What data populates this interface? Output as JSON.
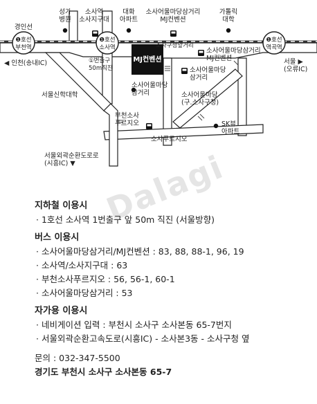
{
  "map": {
    "stations": {
      "gyeongin": {
        "line": "❶호선",
        "name": "부천역",
        "above": "경인선"
      },
      "sosa": {
        "line": "❶호선",
        "name": "소사역"
      },
      "yeokgok": {
        "line": "❶호선",
        "name": "역곡역"
      }
    },
    "landmarks": {
      "sungga": "성가\n병원",
      "sosa_jigu": "소사역\n소사지구대",
      "daehwa": "대화\n아파트",
      "mj_bus_top": "소사어울마당삼거리\nMJ컨벤션",
      "catholic": "가톨릭\n대학",
      "seoul_sinhak": "서울신학대학",
      "exit1": "①번출구\n50m직진",
      "venue": "MJ컨벤션",
      "sosa_samgeori": "소사어울마당\n삼거리",
      "mj_bus_right": "소사어울마당삼거리\nMJ컨벤션",
      "sosa_madang_right": "소사어울마당\n삼거리",
      "gu_office": "소사어울마당\n(구.소사구청)",
      "bucheon_pureu": "부천소사\n푸르지오",
      "skview": "SK뷰\n아파트",
      "sosa_pureu": "소사푸르지오",
      "sosa_gucheong_road": "소사구청앞거리",
      "incheon": "◀ 인천(송내IC)",
      "seoul": "서울 ▶\n(오류IC)",
      "beltway": "서울외곽순환도로로\n(시흥IC) ▼"
    },
    "watermark": "Dalagi"
  },
  "info": {
    "subway": {
      "title": "지하철 이용시",
      "items": [
        "· 1호선 소사역 1번출구 앞 50m 직진 (서울방향)"
      ]
    },
    "bus": {
      "title": "버스 이용시",
      "items": [
        "· 소사어울마당삼거리/MJ컨벤션 : 83, 88, 88-1, 96, 19",
        "· 소사역/소사지구대 : 63",
        "· 부천소사푸르지오 : 56, 56-1, 60-1",
        "· 소사어울마당삼거리 : 53"
      ]
    },
    "car": {
      "title": "자가용 이용시",
      "items": [
        "· 네비게이션 입력 : 부천시 소사구 소사본동 65-7번지",
        "· 서울외곽순환고속도로(시흥IC) - 소사본3동 - 소사구청 옆"
      ]
    },
    "contact": "문의 : 032-347-5500",
    "address": "경기도 부천시 소사구 소사본동 65-7"
  },
  "colors": {
    "road_fill": "#ffffff",
    "road_stroke": "#222222",
    "venue_fill": "#111111",
    "rail": "#333333"
  }
}
